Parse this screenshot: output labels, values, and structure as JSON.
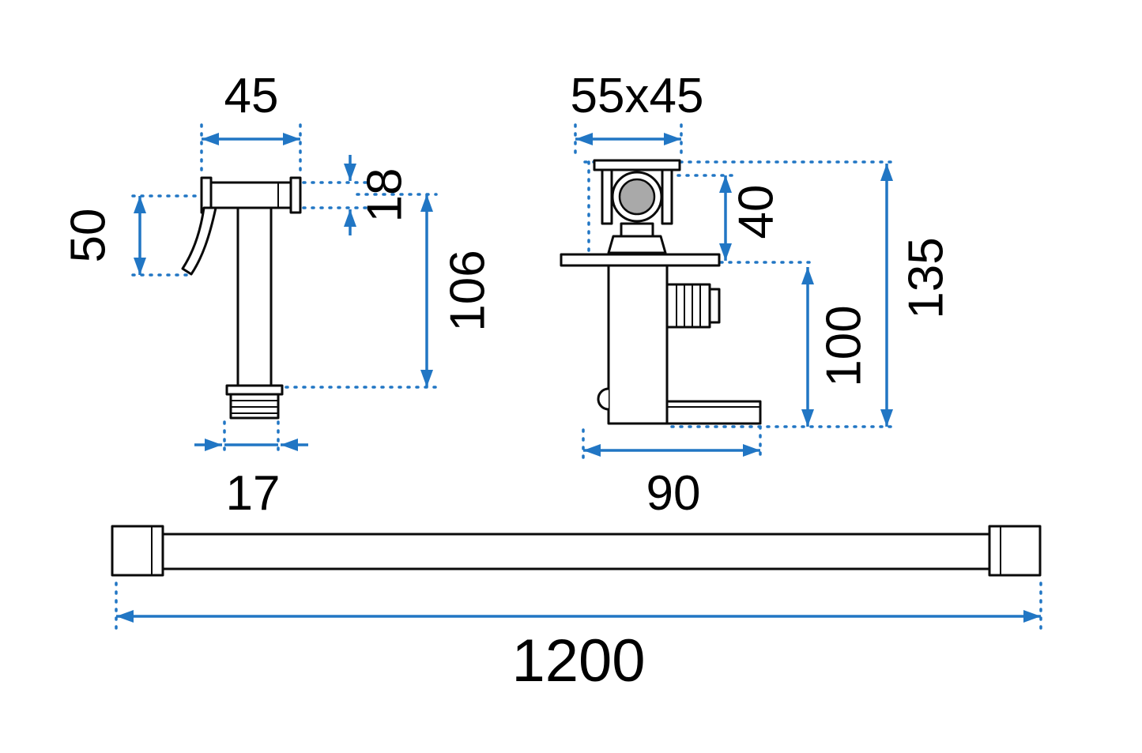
{
  "diagram": {
    "title": "bidet-sprayer-set-dimension-drawing",
    "units_hint": "mm"
  },
  "dims": {
    "sprayer": {
      "top_width": "45",
      "head_height": "50",
      "head_thickness": "18",
      "body_length": "106",
      "outlet_width": "17"
    },
    "valve": {
      "top_size": "55x45",
      "handle_height": "40",
      "body_height": "100",
      "total_height": "135",
      "base_width": "90"
    },
    "hose": {
      "length": "1200"
    }
  },
  "colors": {
    "dimension": "#2176c4",
    "line": "#0a0a0a",
    "shade": "#a9a9a9",
    "background": "#ffffff"
  }
}
